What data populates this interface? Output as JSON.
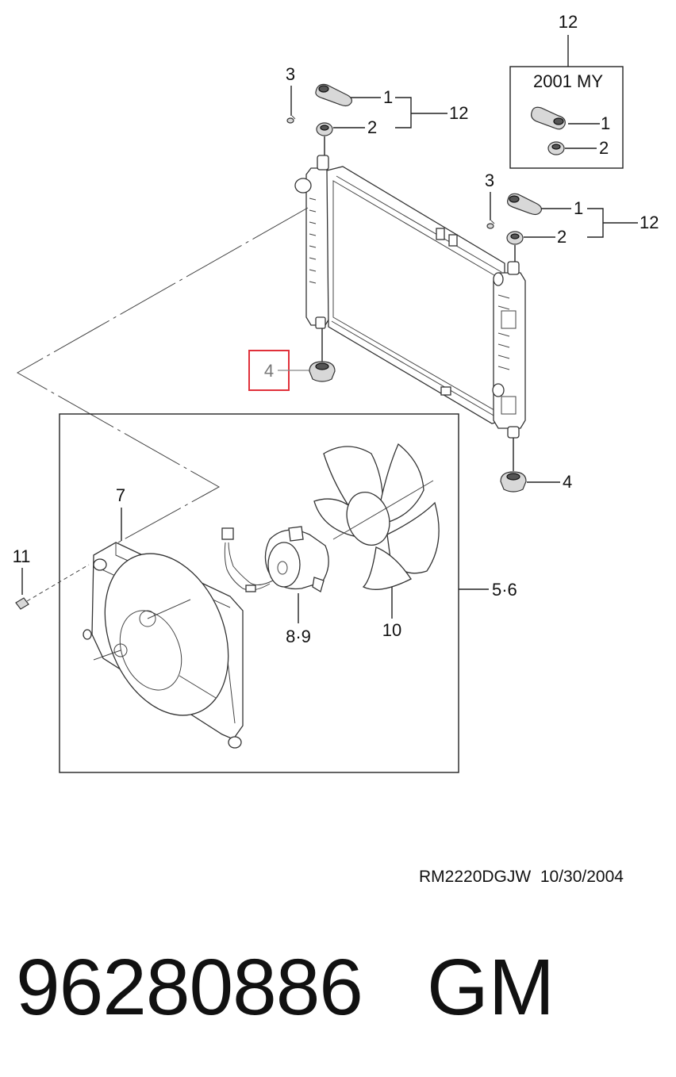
{
  "callouts": {
    "top_12": "12",
    "box_title": "2001 MY",
    "box_1": "1",
    "box_2": "2",
    "left_3": "3",
    "left_1": "1",
    "left_2": "2",
    "left_12": "12",
    "right_3": "3",
    "right_1": "1",
    "right_2": "2",
    "right_12": "12",
    "highlight_4": "4",
    "bottom_4": "4",
    "label_7": "7",
    "label_11": "11",
    "label_56": "5·6",
    "label_89": "8·9",
    "label_10": "10"
  },
  "footer": {
    "reference": "RM2220DGJW  10/30/2004",
    "part_number": "96280886",
    "brand": "GM"
  },
  "highlight_color": "#e0303a"
}
